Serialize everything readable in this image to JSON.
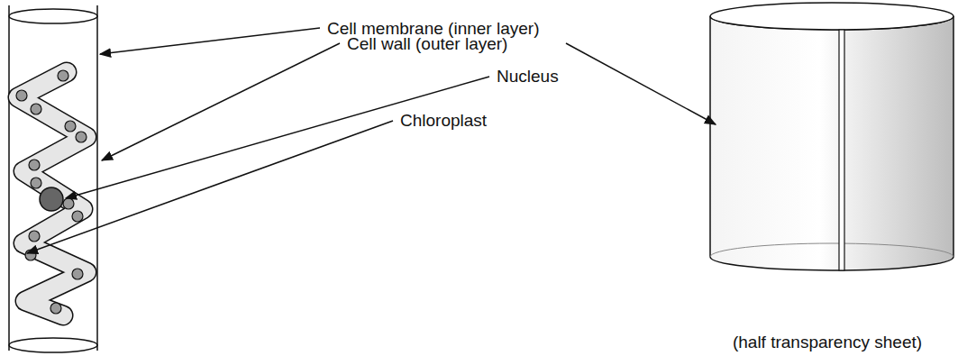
{
  "diagram": {
    "labels": [
      "Cell membrane (inner layer)",
      "Cell wall (outer layer)",
      "Nucleus",
      "Chloroplast",
      "(half transparency sheet)"
    ]
  }
}
